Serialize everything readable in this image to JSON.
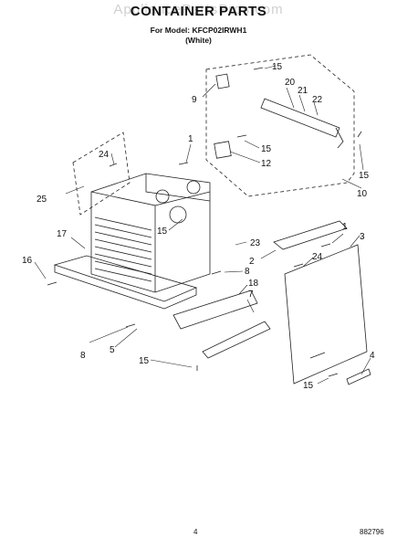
{
  "header": {
    "watermark": "AppliancePartsPros.com",
    "title": "CONTAINER PARTS",
    "model_line": "For Model: KFCP02IRWH1",
    "color_line": "(White)"
  },
  "callouts": [
    "15",
    "9",
    "20",
    "21",
    "22",
    "1",
    "15",
    "12",
    "24",
    "25",
    "15",
    "10",
    "17",
    "15",
    "23",
    "16",
    "2",
    "1",
    "3",
    "24",
    "8",
    "18",
    "7",
    "8",
    "5",
    "15",
    "4",
    "15"
  ],
  "footer": {
    "page_number": "4",
    "document_number": "882796"
  }
}
